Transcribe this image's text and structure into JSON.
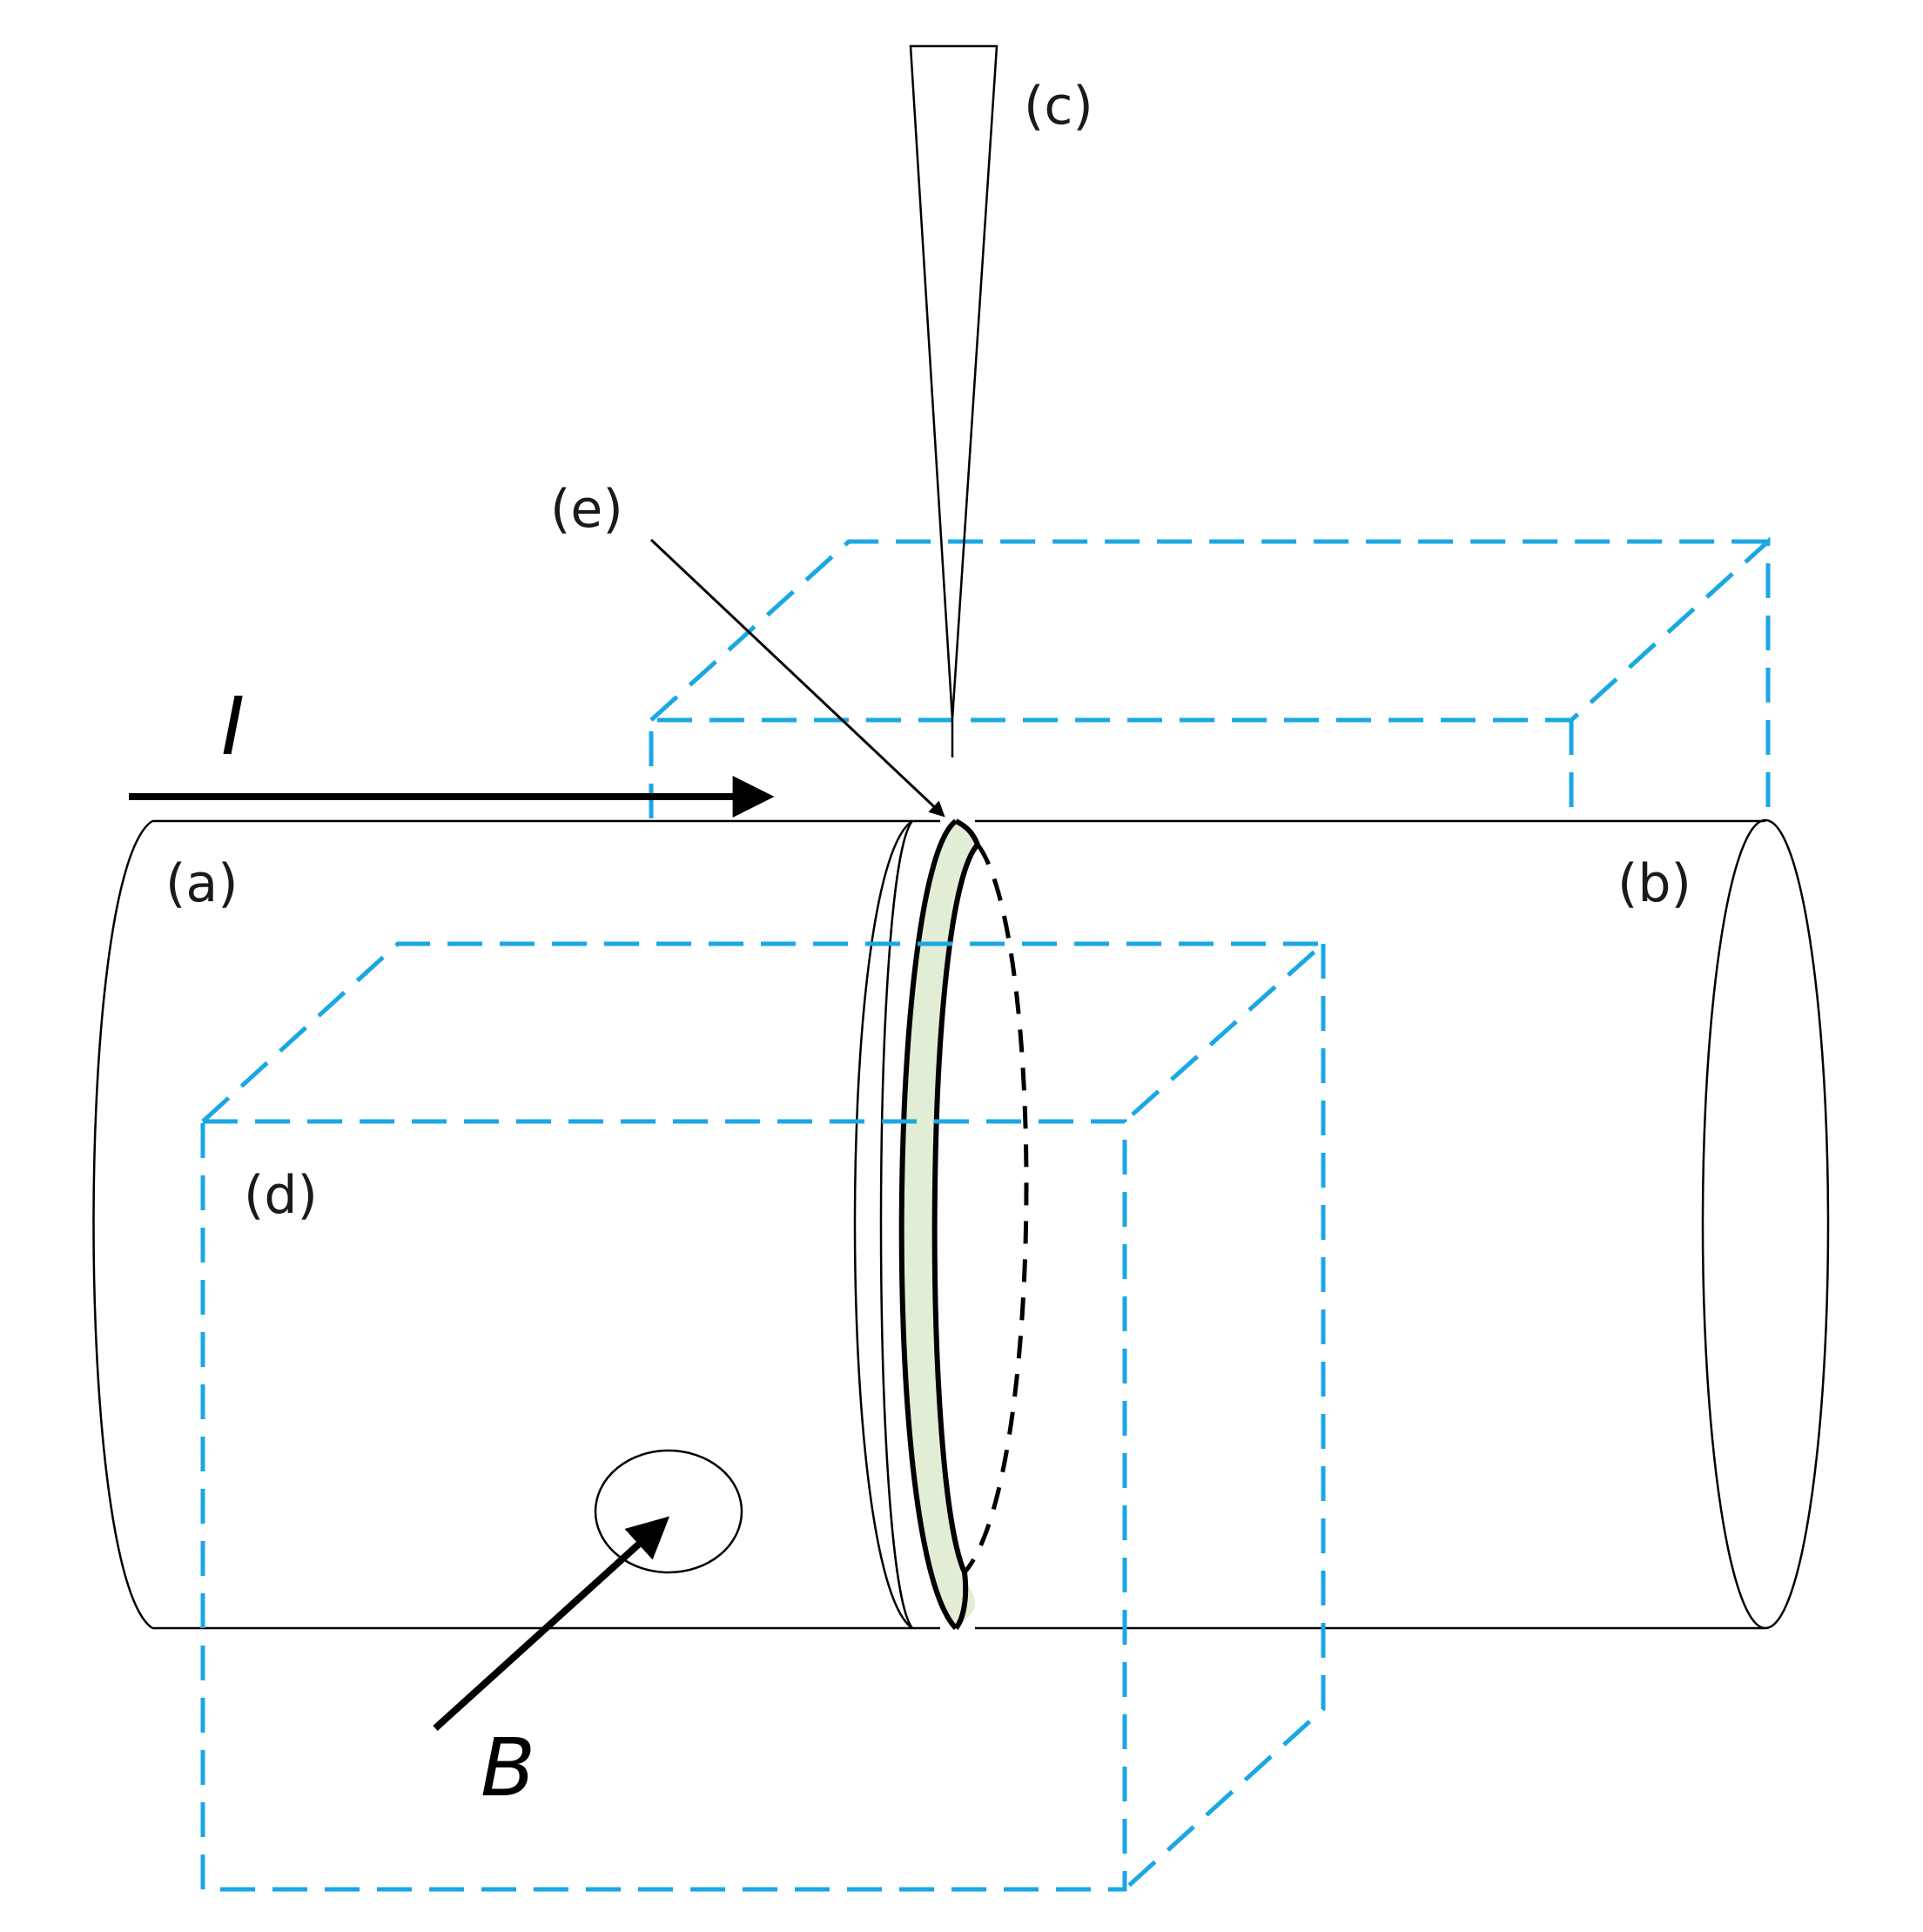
{
  "labels": {
    "a": "(a)",
    "b": "(b)",
    "c": "(c)",
    "d": "(d)",
    "e": "(e)",
    "current": "I",
    "field": "B"
  },
  "colors": {
    "box_dash": "#1aa7e4",
    "junction_fill": "#e2edd5",
    "line": "#000000",
    "background": "#ffffff"
  }
}
